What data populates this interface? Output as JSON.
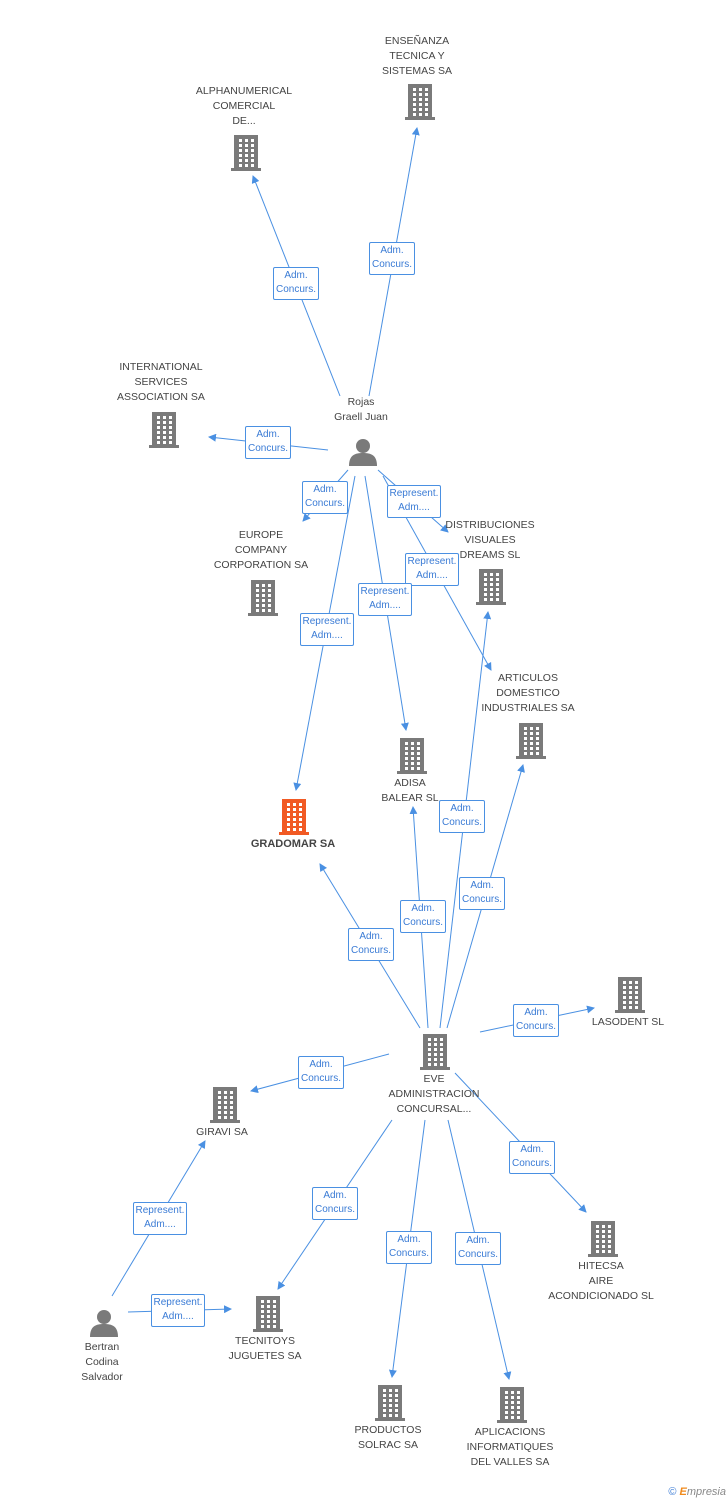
{
  "colors": {
    "edge": "#4a90e2",
    "node": "#7a7a7a",
    "focus": "#f15a24",
    "label": "#444444"
  },
  "nodes": [
    {
      "id": "ensenanza",
      "type": "company",
      "label": "ENSEÑANZA\nTECNICA Y\nSISTEMAS SA"
    },
    {
      "id": "alphanumerical",
      "type": "company",
      "label": "ALPHANUMERICAL\nCOMERCIAL\nDE..."
    },
    {
      "id": "international",
      "type": "company",
      "label": "INTERNATIONAL\nSERVICES\nASSOCIATION SA"
    },
    {
      "id": "rojas",
      "type": "person",
      "label": "Rojas\nGraell Juan"
    },
    {
      "id": "europe",
      "type": "company",
      "label": "EUROPE\nCOMPANY\nCORPORATION SA"
    },
    {
      "id": "distribuciones",
      "type": "company",
      "label": "DISTRIBUCIONES\nVISUALES\nDREAMS SL"
    },
    {
      "id": "articulos",
      "type": "company",
      "label": "ARTICULOS\nDOMESTICO\nINDUSTRIALES SA"
    },
    {
      "id": "adisa",
      "type": "company",
      "label": "ADISA\nBALEAR SL"
    },
    {
      "id": "gradomar",
      "type": "company",
      "focus": true,
      "label": "GRADOMAR SA"
    },
    {
      "id": "lasodent",
      "type": "company",
      "label": "LASODENT SL"
    },
    {
      "id": "eve",
      "type": "company",
      "label": "EVE\nADMINISTRACION\nCONCURSAL..."
    },
    {
      "id": "giravi",
      "type": "company",
      "label": "GIRAVI SA"
    },
    {
      "id": "hitecsa",
      "type": "company",
      "label": "HITECSA\nAIRE\nACONDICIONADO SL"
    },
    {
      "id": "tecnitoys",
      "type": "company",
      "label": "TECNITOYS\nJUGUETES SA"
    },
    {
      "id": "bertran",
      "type": "person",
      "label": "Bertran\nCodina\nSalvador"
    },
    {
      "id": "productos",
      "type": "company",
      "label": "PRODUCTOS\nSOLRAC SA"
    },
    {
      "id": "aplicacions",
      "type": "company",
      "label": "APLICACIONS\nINFORMATIQUES\nDEL VALLES SA"
    }
  ],
  "edges": [
    {
      "from": "rojas",
      "to": "ensenanza",
      "label": "Adm.\nConcurs."
    },
    {
      "from": "rojas",
      "to": "alphanumerical",
      "label": "Adm.\nConcurs."
    },
    {
      "from": "rojas",
      "to": "international",
      "label": "Adm.\nConcurs."
    },
    {
      "from": "rojas",
      "to": "europe",
      "label": "Adm.\nConcurs."
    },
    {
      "from": "rojas",
      "to": "distribuciones",
      "label": "Represent.\nAdm...."
    },
    {
      "from": "rojas",
      "to": "articulos",
      "label": "Represent.\nAdm...."
    },
    {
      "from": "rojas",
      "to": "adisa",
      "label": "Represent.\nAdm...."
    },
    {
      "from": "rojas",
      "to": "gradomar",
      "label": "Represent.\nAdm...."
    },
    {
      "from": "eve",
      "to": "distribuciones",
      "label": "Adm.\nConcurs."
    },
    {
      "from": "eve",
      "to": "articulos",
      "label": "Adm.\nConcurs."
    },
    {
      "from": "eve",
      "to": "adisa",
      "label": "Adm.\nConcurs."
    },
    {
      "from": "eve",
      "to": "gradomar",
      "label": "Adm.\nConcurs."
    },
    {
      "from": "eve",
      "to": "lasodent",
      "label": "Adm.\nConcurs."
    },
    {
      "from": "eve",
      "to": "giravi",
      "label": "Adm.\nConcurs."
    },
    {
      "from": "eve",
      "to": "hitecsa",
      "label": "Adm.\nConcurs."
    },
    {
      "from": "eve",
      "to": "tecnitoys",
      "label": "Adm.\nConcurs."
    },
    {
      "from": "eve",
      "to": "productos",
      "label": "Adm.\nConcurs."
    },
    {
      "from": "eve",
      "to": "aplicacions",
      "label": "Adm.\nConcurs."
    },
    {
      "from": "bertran",
      "to": "giravi",
      "label": "Represent.\nAdm...."
    },
    {
      "from": "bertran",
      "to": "tecnitoys",
      "label": "Represent.\nAdm...."
    }
  ],
  "footer": {
    "copyright": "©",
    "brand_e": "E",
    "brand_rest": "mpresia"
  }
}
